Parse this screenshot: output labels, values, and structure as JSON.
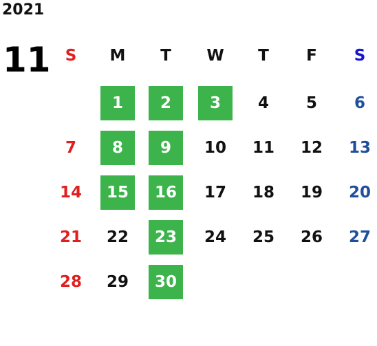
{
  "year": "2021",
  "month": "11",
  "weekdays": [
    {
      "label": "S",
      "color": "#e02020"
    },
    {
      "label": "M",
      "color": "#111111"
    },
    {
      "label": "T",
      "color": "#111111"
    },
    {
      "label": "W",
      "color": "#111111"
    },
    {
      "label": "T",
      "color": "#111111"
    },
    {
      "label": "F",
      "color": "#111111"
    },
    {
      "label": "S",
      "color": "#1515d0"
    }
  ],
  "highlight_color": "#3cb44b",
  "weeks": [
    [
      null,
      {
        "day": "1",
        "hl": true
      },
      {
        "day": "2",
        "hl": true
      },
      {
        "day": "3",
        "hl": true
      },
      {
        "day": "4"
      },
      {
        "day": "5"
      },
      {
        "day": "6"
      }
    ],
    [
      {
        "day": "7"
      },
      {
        "day": "8",
        "hl": true
      },
      {
        "day": "9",
        "hl": true
      },
      {
        "day": "10"
      },
      {
        "day": "11"
      },
      {
        "day": "12"
      },
      {
        "day": "13"
      }
    ],
    [
      {
        "day": "14"
      },
      {
        "day": "15",
        "hl": true
      },
      {
        "day": "16",
        "hl": true
      },
      {
        "day": "17"
      },
      {
        "day": "18"
      },
      {
        "day": "19"
      },
      {
        "day": "20"
      }
    ],
    [
      {
        "day": "21"
      },
      {
        "day": "22"
      },
      {
        "day": "23",
        "hl": true
      },
      {
        "day": "24"
      },
      {
        "day": "25"
      },
      {
        "day": "26"
      },
      {
        "day": "27"
      }
    ],
    [
      {
        "day": "28"
      },
      {
        "day": "29"
      },
      {
        "day": "30",
        "hl": true
      },
      null,
      null,
      null,
      null
    ]
  ]
}
